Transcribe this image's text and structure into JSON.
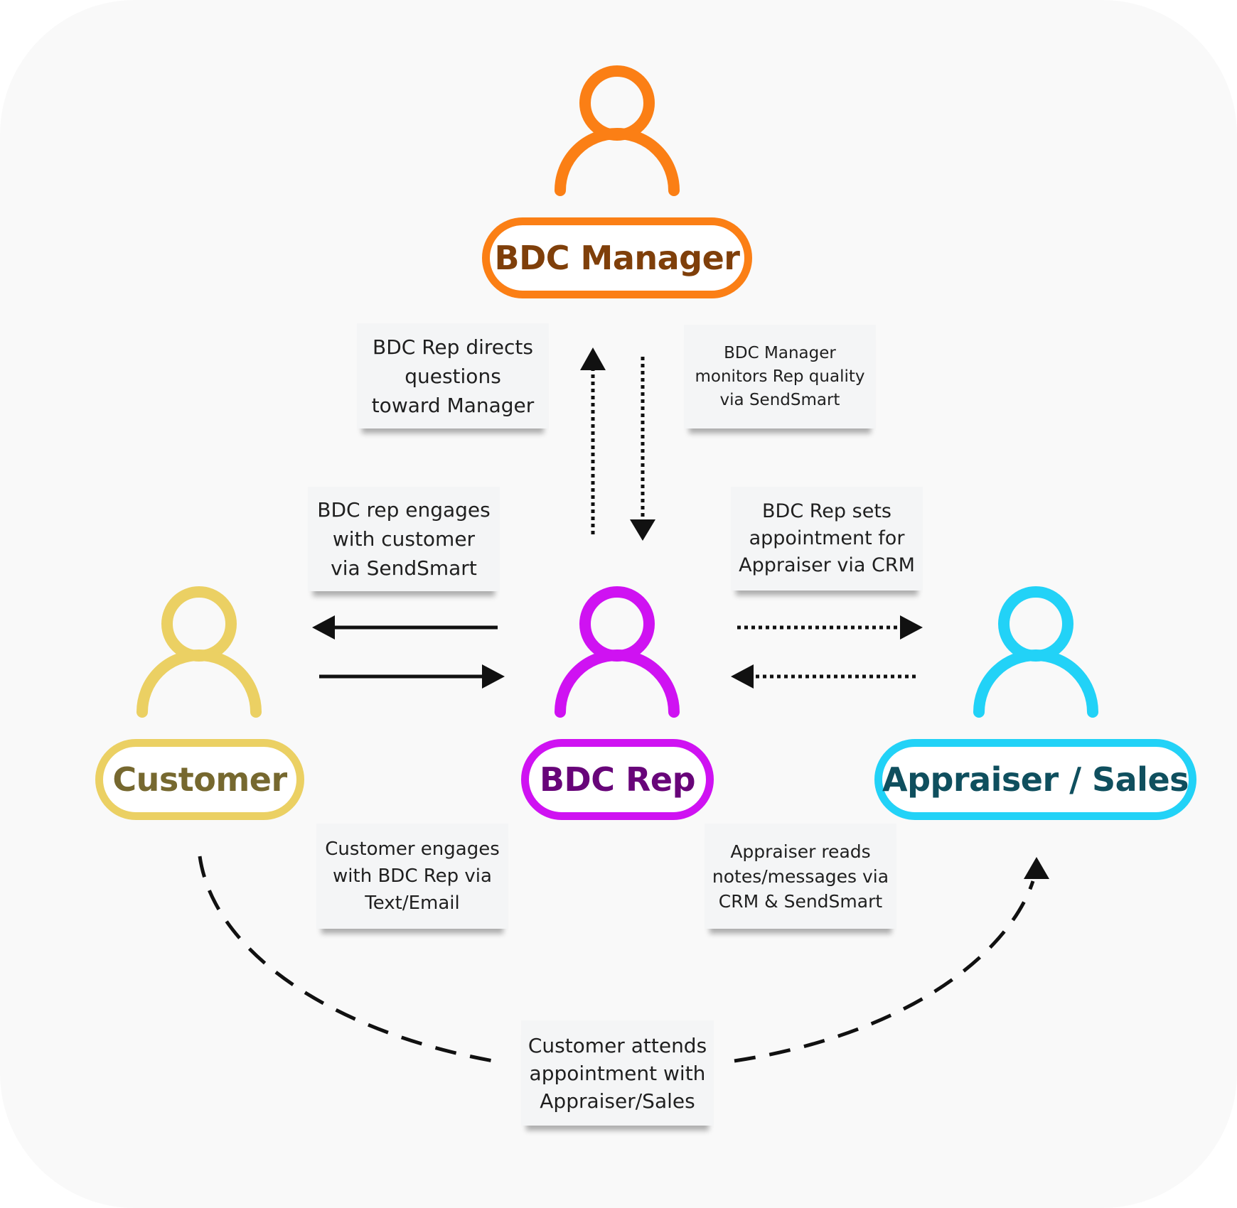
{
  "colors": {
    "background": "#f9f9f9",
    "manager": "#fb7f15",
    "manager_text": "#7f3f0a",
    "rep": "#cf12f2",
    "rep_text": "#680579",
    "customer": "#ebd063",
    "customer_text": "#76682f",
    "appraiser": "#22d2f7",
    "appraiser_text": "#0f4f5e",
    "arrow": "#111111",
    "note_bg": "#f4f5f6"
  },
  "roles": {
    "manager": {
      "label": "BDC Manager",
      "icon": "person-icon"
    },
    "rep": {
      "label": "BDC Rep",
      "icon": "person-icon"
    },
    "customer": {
      "label": "Customer",
      "icon": "person-icon"
    },
    "appraiser": {
      "label": "Appraiser / Sales",
      "icon": "person-icon"
    }
  },
  "notes": {
    "rep_to_manager": "BDC Rep directs\nquestions\ntoward Manager",
    "manager_monitors": "BDC Manager\nmonitors Rep quality\nvia SendSmart",
    "rep_engages_customer": "BDC rep engages\nwith customer\nvia SendSmart",
    "rep_sets_appointment": "BDC Rep sets\nappointment for\nAppraiser via CRM",
    "customer_engages_rep": "Customer engages\nwith BDC Rep via\nText/Email",
    "appraiser_reads": "Appraiser reads\nnotes/messages via\nCRM & SendSmart",
    "customer_attends": "Customer attends\nappointment with\nAppraiser/Sales"
  }
}
